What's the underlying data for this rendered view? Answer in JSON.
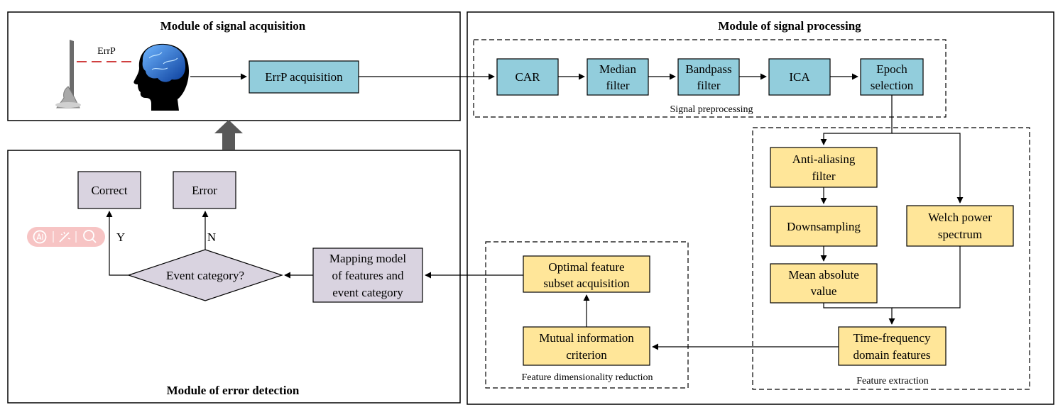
{
  "modules": {
    "acquisition_title": "Module of signal acquisition",
    "processing_title": "Module of signal processing",
    "error_title": "Module of error detection"
  },
  "acquisition": {
    "errp_label": "ErrP",
    "errp_acquisition": "ErrP acquisition"
  },
  "preprocessing": {
    "group_label": "Signal preprocessing",
    "car": "CAR",
    "median_filter": [
      "Median",
      "filter"
    ],
    "bandpass_filter": [
      "Bandpass",
      "filter"
    ],
    "ica": "ICA",
    "epoch_selection": [
      "Epoch",
      "selection"
    ]
  },
  "feature_extraction": {
    "group_label": "Feature extraction",
    "anti_aliasing": [
      "Anti-aliasing",
      "filter"
    ],
    "downsampling": "Downsampling",
    "mean_absolute": [
      "Mean absolute",
      "value"
    ],
    "welch": [
      "Welch power",
      "spectrum"
    ],
    "time_frequency": [
      "Time-frequency",
      "domain features"
    ]
  },
  "dimensionality_reduction": {
    "group_label": "Feature dimensionality reduction",
    "optimal_subset": [
      "Optimal feature",
      "subset acquisition"
    ],
    "mutual_information": [
      "Mutual information",
      "criterion"
    ]
  },
  "error_detection": {
    "correct": "Correct",
    "error": "Error",
    "yes_label": "Y",
    "no_label": "N",
    "event_category": "Event category?",
    "mapping_model": [
      "Mapping model",
      "of features and",
      "event category"
    ]
  },
  "colors": {
    "blue_box": "#92CDDC",
    "yellow_box": "#FFE699",
    "purple_box": "#D9D3E0",
    "arrow_block": "#595959",
    "dashed_line": "#C00000"
  }
}
